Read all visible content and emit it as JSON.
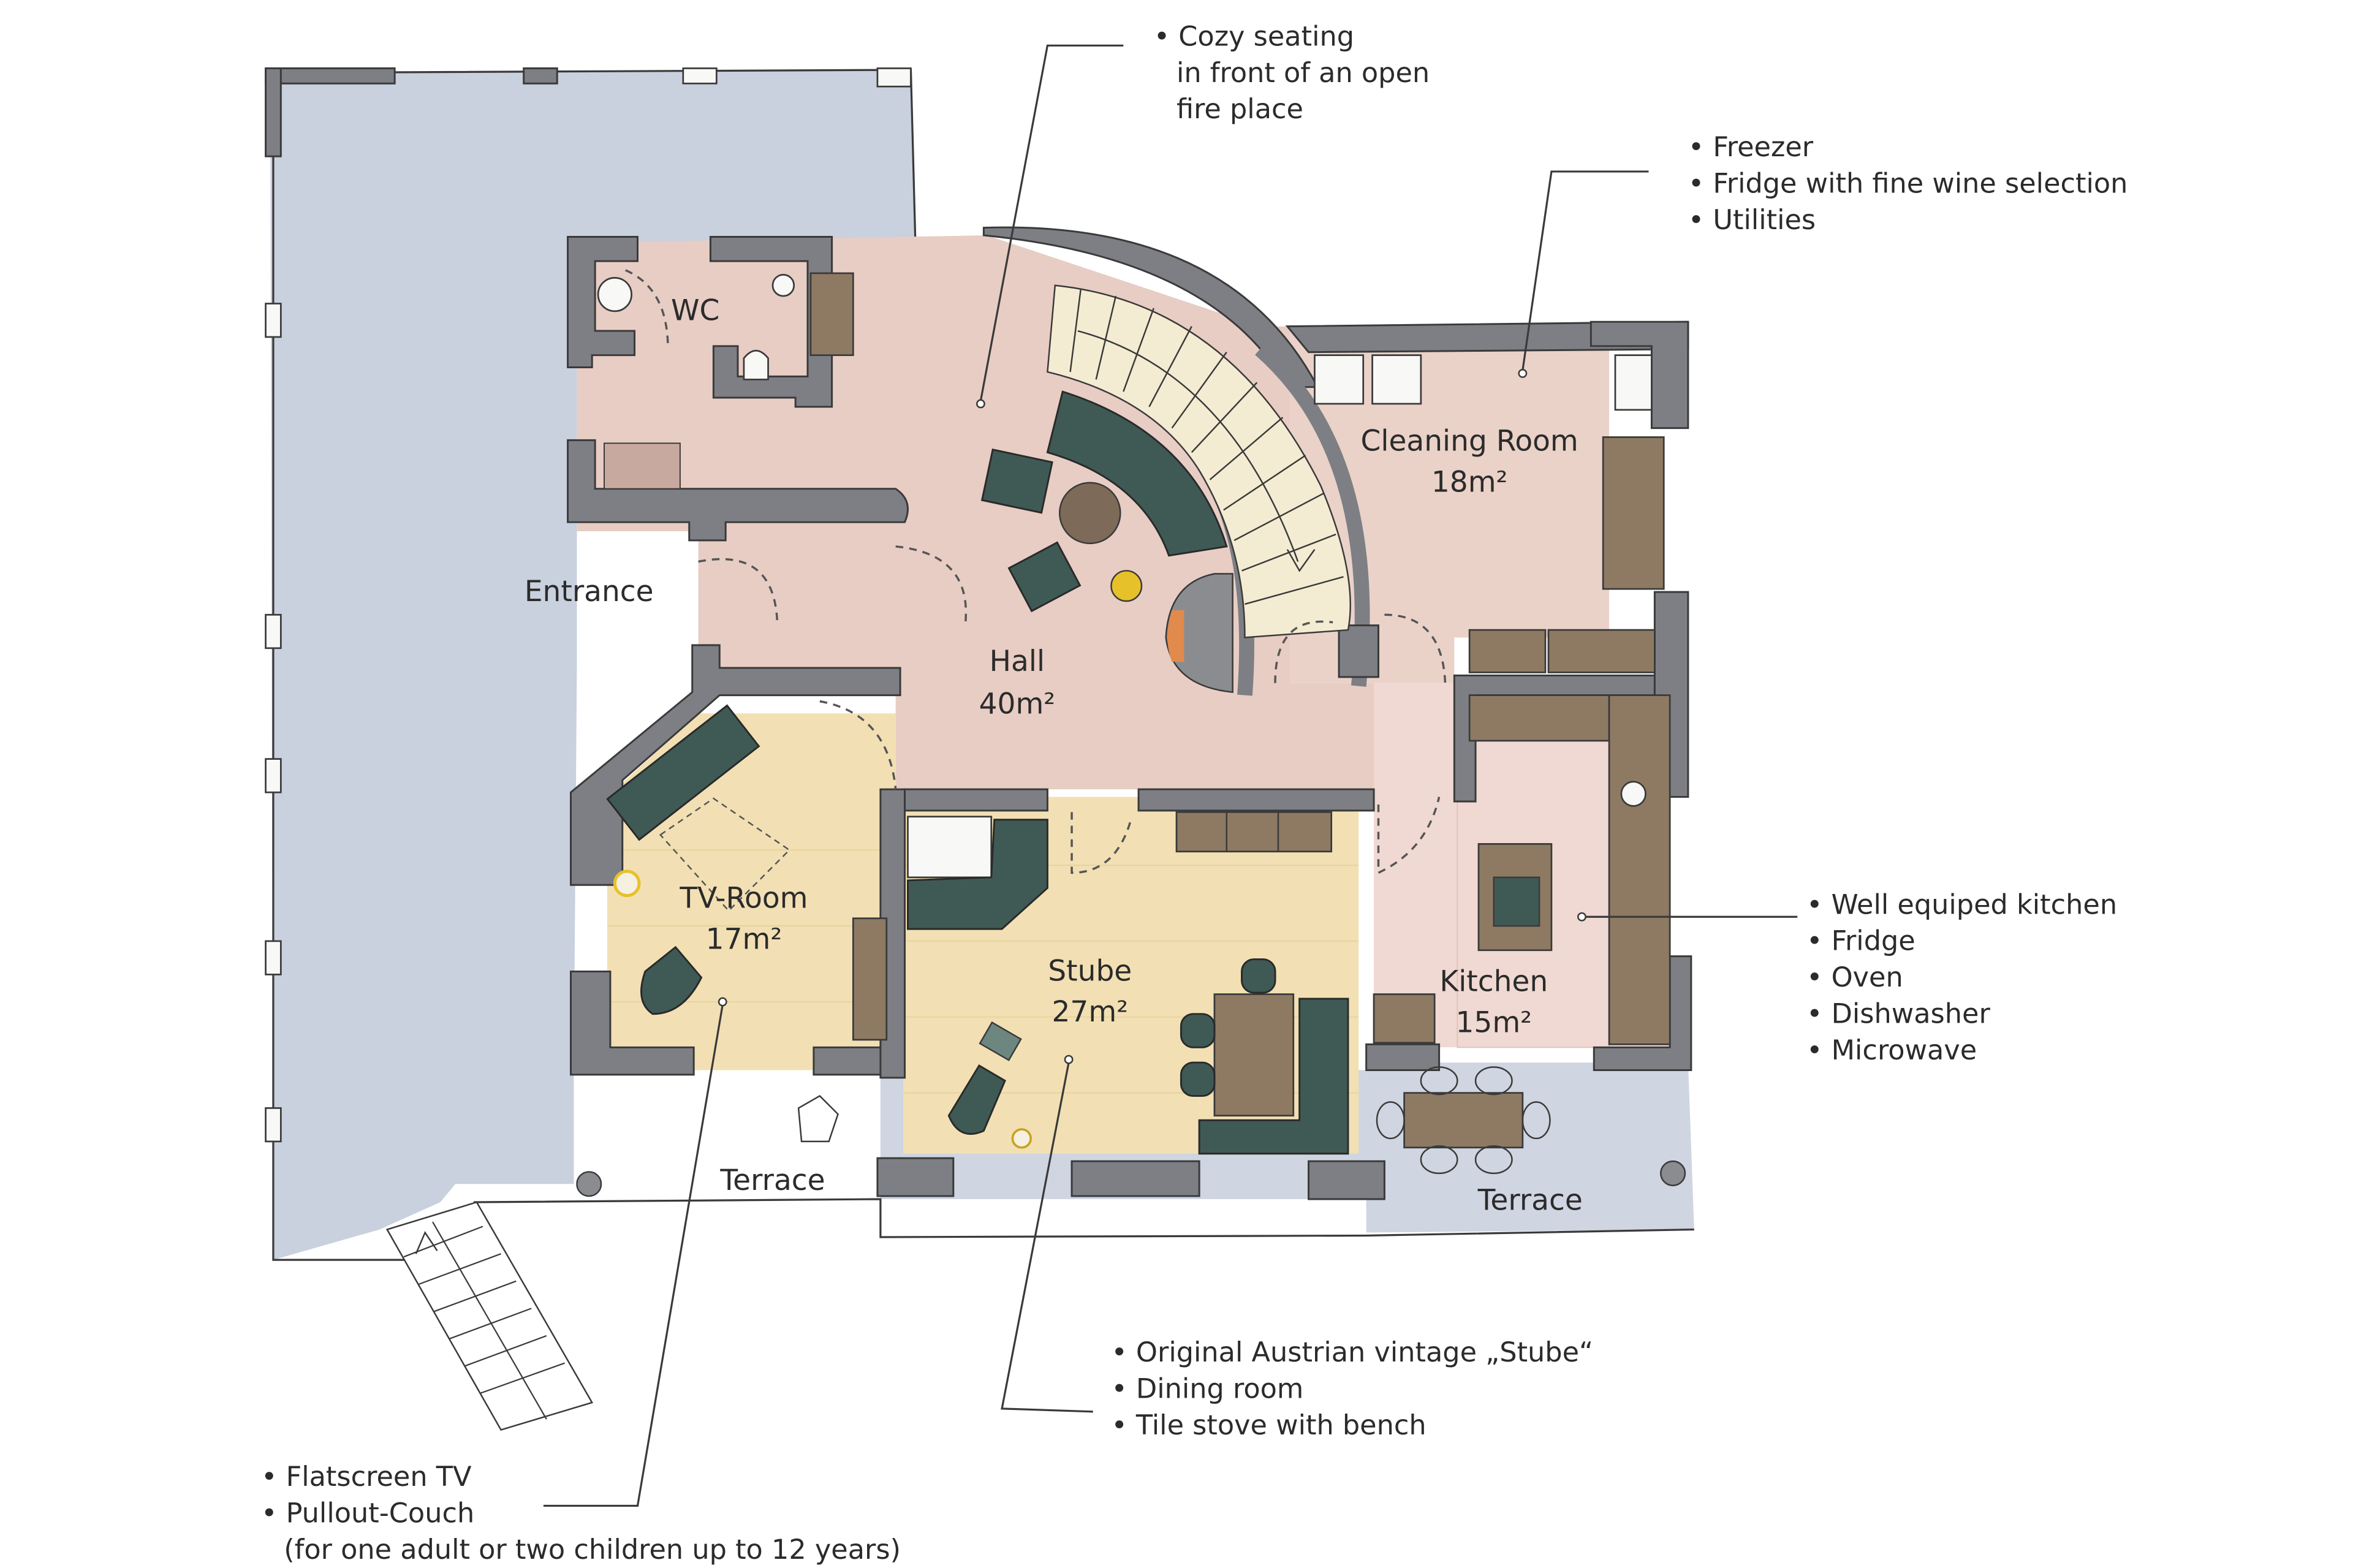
{
  "rooms": {
    "wc": {
      "label": "WC"
    },
    "entrance": {
      "label": "Entrance"
    },
    "hall": {
      "label": "Hall",
      "area": "40m²"
    },
    "cleaning_room": {
      "label": "Cleaning Room",
      "area": "18m²"
    },
    "tv_room": {
      "label": "TV-Room",
      "area": "17m²"
    },
    "stube": {
      "label": "Stube",
      "area": "27m²"
    },
    "kitchen": {
      "label": "Kitchen",
      "area": "15m²"
    },
    "terrace_left": {
      "label": "Terrace"
    },
    "terrace_right": {
      "label": "Terrace"
    }
  },
  "annotations": {
    "hall": {
      "lines": [
        "• Cozy seating",
        "in front of an open",
        "fire place"
      ]
    },
    "cleaning_room": {
      "items": [
        "• Freezer",
        "• Fridge with fine wine selection",
        "• Utilities"
      ]
    },
    "kitchen": {
      "items": [
        "• Well equiped kitchen",
        "• Fridge",
        "• Oven",
        "• Dishwasher",
        "• Microwave"
      ]
    },
    "stube": {
      "items": [
        "• Original Austrian vintage „Stube“",
        "• Dining room",
        "• Tile stove with bench"
      ]
    },
    "tv_room": {
      "items": [
        "• Flatscreen TV",
        "• Pullout-Couch",
        "(for one adult or two children up to 12 years)"
      ]
    }
  },
  "colors": {
    "terrace": "#c9d0de",
    "hall_floor": "#e8cdc4",
    "wood_floor": "#f2e0b4",
    "kitchen_floor": "#f0d9d2",
    "wall": "#7d7f84",
    "upholstery": "#3f5a55",
    "furniture_wood": "#8e7a63",
    "fireplace_accent": "#e08a4c",
    "light_fixture": "#e6c12a"
  }
}
